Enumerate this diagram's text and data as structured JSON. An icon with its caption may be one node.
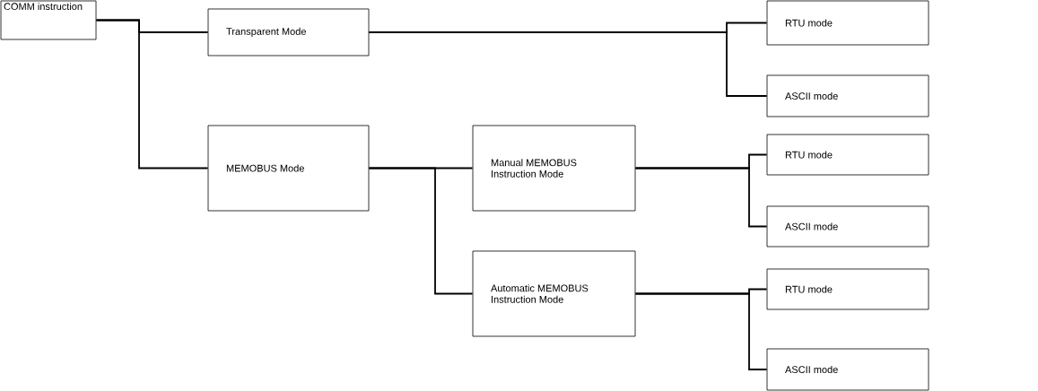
{
  "diagram": {
    "nodes": [
      {
        "text": [
          "COMM instruction"
        ]
      },
      {
        "text": [
          "Transparent Mode"
        ]
      },
      {
        "text": [
          "RTU mode"
        ]
      },
      {
        "text": [
          "ASCII mode"
        ]
      },
      {
        "text": [
          "MEMOBUS Mode"
        ]
      },
      {
        "text": [
          "Manual MEMOBUS Instruction Mode"
        ]
      },
      {
        "text": [
          "RTU mode"
        ]
      },
      {
        "text": [
          "ASCII mode"
        ]
      },
      {
        "text": [
          "Automatic MEMOBUS Instruction Mode"
        ]
      },
      {
        "text": [
          "RTU mode"
        ]
      },
      {
        "text": [
          "ASCII mode"
        ]
      }
    ],
    "edges": [
      {
        "from": 0,
        "to": 1,
        "arrow": "none"
      },
      {
        "from": 0,
        "to": 4,
        "arrow": "none"
      },
      {
        "from": 1,
        "to": 2,
        "arrow": "none"
      },
      {
        "from": 1,
        "to": 3,
        "arrow": "none"
      },
      {
        "from": 4,
        "to": 5,
        "arrow": "none"
      },
      {
        "from": 4,
        "to": 8,
        "arrow": "none"
      },
      {
        "from": 5,
        "to": 6,
        "arrow": "none"
      },
      {
        "from": 5,
        "to": 7,
        "arrow": "none"
      },
      {
        "from": 8,
        "to": 9,
        "arrow": "none"
      },
      {
        "from": 8,
        "to": 10,
        "arrow": "none"
      }
    ]
  }
}
